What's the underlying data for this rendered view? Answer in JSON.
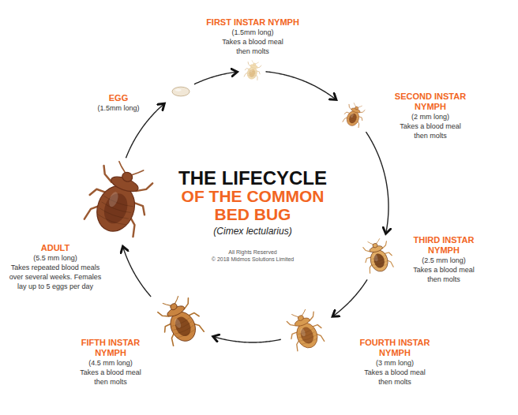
{
  "diagram": {
    "title": "THE LIFECYCLE OF THE COMMON BED BUG",
    "nodes": [
      {
        "text": [
          "EGG",
          "(1.5mm long)"
        ]
      },
      {
        "text": [
          "FIRST INSTAR NYMPH",
          "(1.5mm long)",
          "Takes a blood meal then molts"
        ]
      },
      {
        "text": [
          "SECOND INSTAR NYMPH",
          "(2 mm long)",
          "Takes a blood meal then molts"
        ]
      },
      {
        "text": [
          "THIRD INSTAR NYMPH",
          "(2.5 mm long)",
          "Takes a blood meal then molts"
        ]
      },
      {
        "text": [
          "FOURTH INSTAR NYMPH",
          "(3 mm long)",
          "Takes a blood meal then molts"
        ]
      },
      {
        "text": [
          "FIFTH INSTAR NYMPH",
          "(4.5 mm long)",
          "Takes a blood meal then molts"
        ]
      },
      {
        "text": [
          "ADULT",
          "(5.5 mm long)",
          "Takes repeated blood meals over several weeks. Females lay up to 5 eggs per day"
        ]
      }
    ],
    "edges": [
      {
        "from": 0,
        "to": 1,
        "arrow": "to"
      },
      {
        "from": 1,
        "to": 2,
        "arrow": "to"
      },
      {
        "from": 2,
        "to": 3,
        "arrow": "to"
      },
      {
        "from": 3,
        "to": 4,
        "arrow": "to"
      },
      {
        "from": 4,
        "to": 5,
        "arrow": "to"
      },
      {
        "from": 5,
        "to": 6,
        "arrow": "to"
      },
      {
        "from": 6,
        "to": 0,
        "arrow": "to"
      }
    ],
    "labels": [
      "(Cimex lectularius)",
      "All Rights Reserved",
      "© 2018 Midmos Solutions Limited"
    ]
  }
}
